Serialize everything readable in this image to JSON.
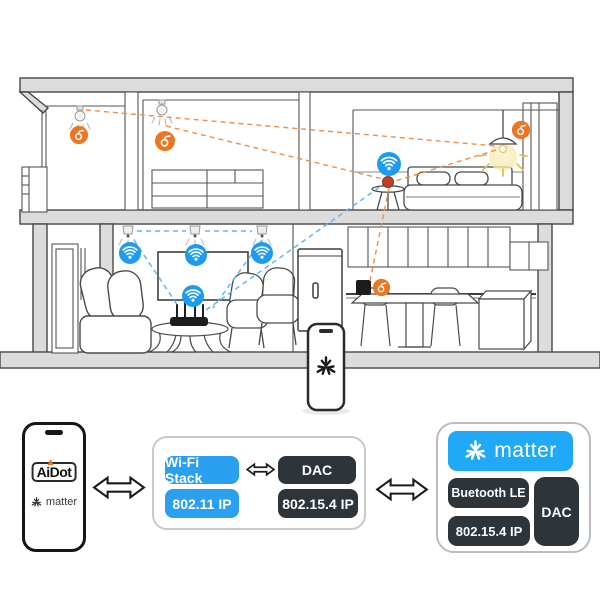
{
  "flow": {
    "phone": {
      "app_label": "AiDot",
      "matter_label": "matter"
    },
    "bridge": {
      "wifi_stack": "Wi-Fi Stack",
      "dac": "DAC",
      "ip_80211": "802.11 IP",
      "ip_802154": "802.15.4 IP"
    },
    "matter_device": {
      "title": "matter",
      "bluetooth": "Buetooth LE",
      "ip_802154": "802.15.4 IP",
      "dac": "DAC"
    }
  },
  "colors": {
    "chip_blue": "#2b9ff0",
    "chip_dark": "#2d343a",
    "matter_blue": "#1fa9f7",
    "wifi_icon_blue": "#1d9bf0",
    "thread_icon_orange": "#ed7623",
    "orange_dashed_link": "#ef8f45",
    "blue_dashed_link": "#62b8ee",
    "aidot_accent": "#e8731a"
  },
  "icons": {
    "wifi": "wifi-icon",
    "thread": "thread-icon",
    "matter": "matter-logo-icon",
    "double_arrow": "double-arrow-icon"
  }
}
